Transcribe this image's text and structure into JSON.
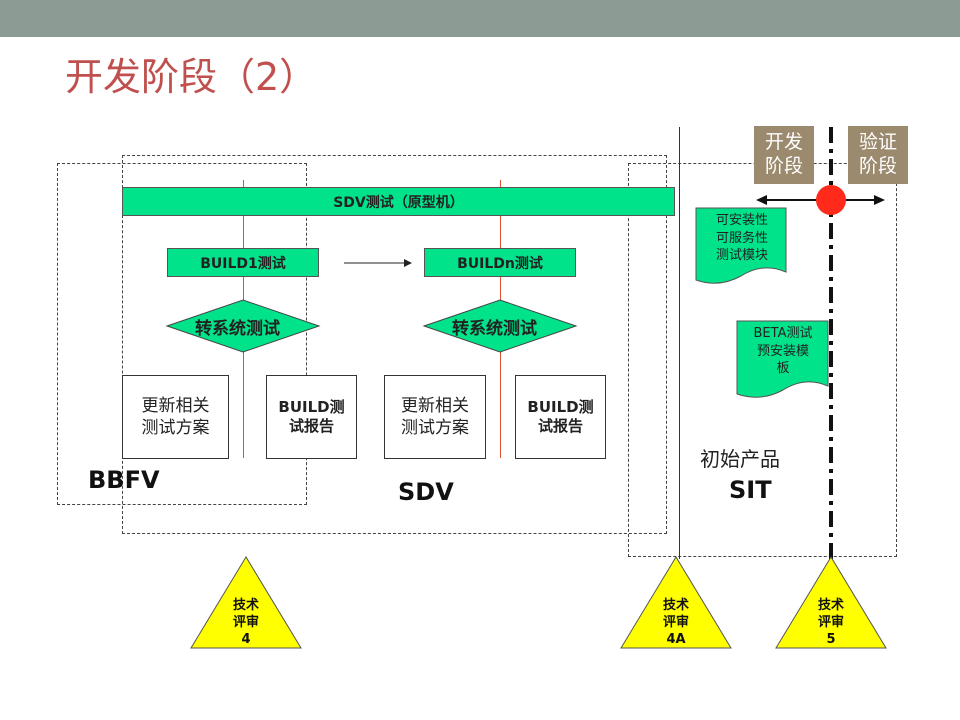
{
  "title": "开发阶段（2）",
  "sdv_bar": "SDV测试（原型机）",
  "build1": "BUILD1测试",
  "buildn": "BUILDn测试",
  "diamond1": "转系统测试",
  "diamond2": "转系统测试",
  "box1": "更新相关\n测试方案",
  "box2": "BUILD测\n试报告",
  "box3": "更新相关\n测试方案",
  "box4": "BUILD测\n试报告",
  "label_bbfv": "BBFV",
  "label_sdv": "SDV",
  "label_initial": "初始产品",
  "label_sit": "SIT",
  "phase_dev": "开发\n阶段",
  "phase_verify": "验证\n阶段",
  "doc1": "可安装性\n可服务性\n测试模块",
  "doc2": "BETA测试\n预安装模\n板",
  "review1": "技术\n评审\n4",
  "review2": "技术\n评审\n4A",
  "review3": "技术\n评审\n5",
  "colors": {
    "title": "#c0504d",
    "topbar": "#8d9b95",
    "green": "#00e38a",
    "phase": "#9c8a6e",
    "triangle": "#ffff00",
    "marker": "#ff2a1a"
  }
}
